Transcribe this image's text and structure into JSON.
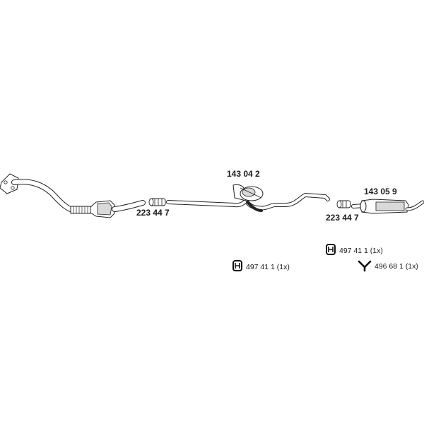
{
  "parts": {
    "clamp_front": {
      "number": "223 44 7"
    },
    "middle_silencer": {
      "number": "143 04 2"
    },
    "clamp_rear": {
      "number": "223 44 7"
    },
    "rear_silencer": {
      "number": "143 05 9"
    }
  },
  "accessories": {
    "rubber_mount_1": {
      "icon": "rubber-mount-icon",
      "label": "497 41 1 (1x)"
    },
    "rubber_mount_2": {
      "icon": "rubber-mount-icon",
      "label": "497 41 1 (1x)"
    },
    "hanger": {
      "icon": "hanger-icon",
      "label": "496 68 1 (1x)"
    }
  },
  "colors": {
    "line": "#222222",
    "fill": "#ffffff",
    "shade": "#d9d9d9"
  }
}
